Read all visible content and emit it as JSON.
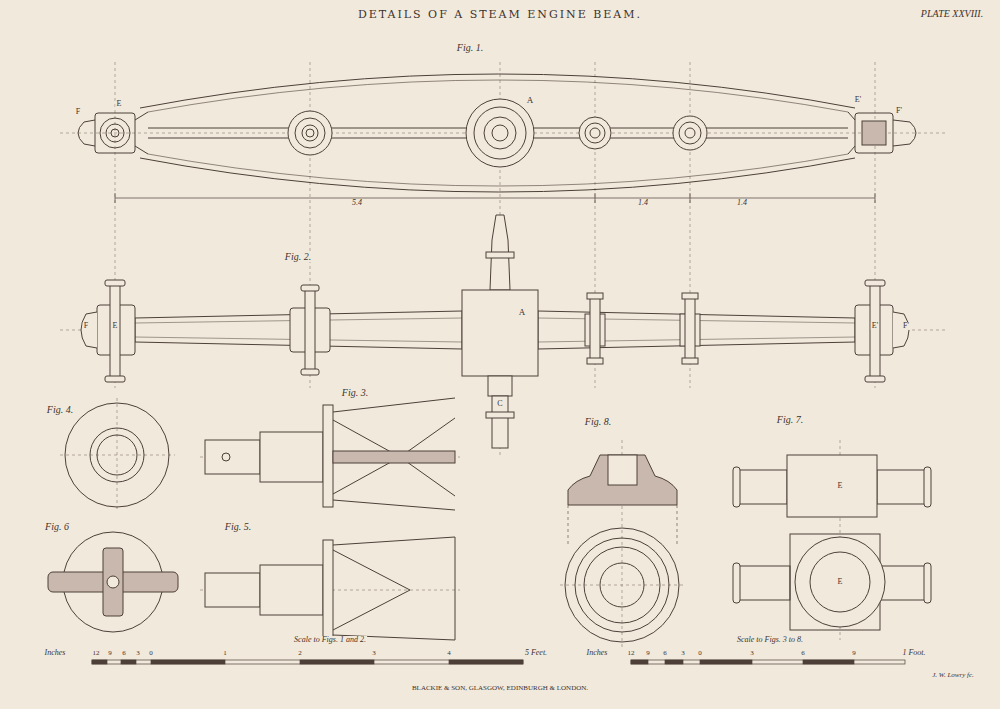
{
  "diagram": {
    "title": "DETAILS OF A STEAM ENGINE BEAM.",
    "labels": [
      "PLATE XXVIII.",
      "Fig. 1.",
      "A",
      "E",
      "F",
      "E'",
      "F'",
      "5.4",
      "1.4",
      "1.4",
      "Fig. 2.",
      "A",
      "E",
      "F",
      "E'",
      "F'",
      "C",
      "Fig. 3.",
      "Fig. 4.",
      "Fig. 8.",
      "Fig. 7.",
      "Fig. 6",
      "Fig. 5.",
      "E",
      "E",
      "Scale to Figs. 1 and 2.",
      "Scale to Figs. 3 to 8.",
      "Inches",
      "12",
      "9",
      "6",
      "3",
      "0",
      "1",
      "2",
      "3",
      "4",
      "5 Feet.",
      "Inches",
      "12",
      "9",
      "6",
      "3",
      "0",
      "3",
      "6",
      "9",
      "1 Foot.",
      "BLACKIE & SON, GLASGOW, EDINBURGH & LONDON.",
      "J. W. Lowry fc."
    ]
  }
}
